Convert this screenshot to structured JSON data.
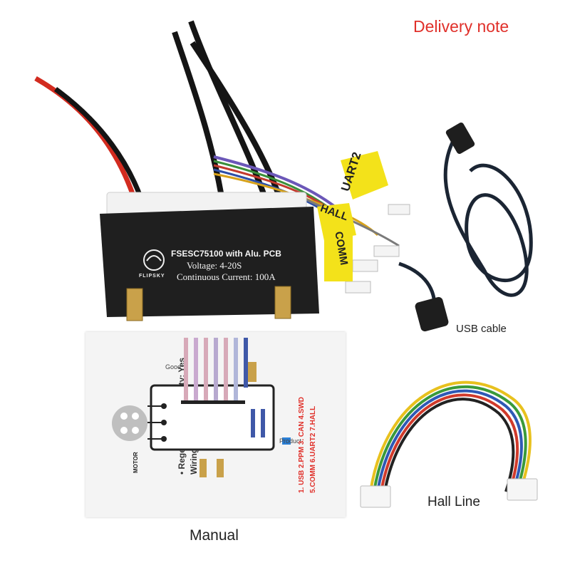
{
  "captions": {
    "delivery_note": "Delivery note",
    "usb_cable": "USB cable",
    "hall_line": "Hall Line",
    "manual": "Manual"
  },
  "esc": {
    "brand": "FLIPSKY",
    "model_line": "FSESC75100 with Alu. PCB",
    "voltage_line": "Voltage: 4-20S",
    "current_line": "Continuous Current: 100A"
  },
  "cable_tags": [
    "UART2",
    "HALL",
    "COMM"
  ],
  "manual_sheet": {
    "specs": [
      "• Regenerative Capacity: Yes",
      "Wiring diagram:"
    ],
    "ports": [
      "1. USB   2.PPM   3. CAN   4.SWD",
      "5.COMM  6.UART2  7.HALL"
    ],
    "motor_label": "MOTOR",
    "overlay_good": "Good",
    "overlay_product": "Product"
  },
  "colors": {
    "caption_red": "#e0302a",
    "esc_body": "#1f1f1f",
    "tag_yellow": "#f3e21a"
  }
}
